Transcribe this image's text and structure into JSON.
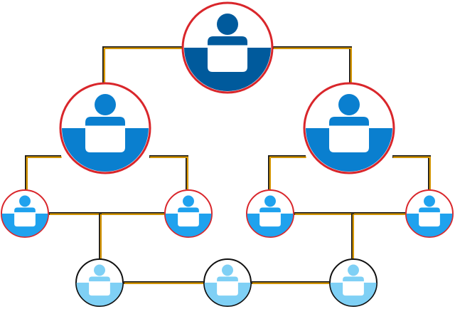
{
  "palette": {
    "background": "#ffffff",
    "connector_dark": "#1a1a1a",
    "connector_light": "#f2a900",
    "ring_red": "#d9262b",
    "ring_dark": "#111111",
    "tier_1": "#005a9c",
    "tier_2": "#0a7fcf",
    "tier_3": "#1fa2ee",
    "tier_4": "#7fd0f5",
    "white": "#ffffff"
  },
  "nodes": [
    {
      "id": "top",
      "icon": "person-at-desk-icon",
      "tier": "tier_1",
      "ring": "ring_red"
    },
    {
      "id": "mid-left",
      "icon": "person-at-desk-icon",
      "tier": "tier_2",
      "ring": "ring_red"
    },
    {
      "id": "mid-right",
      "icon": "person-at-desk-icon",
      "tier": "tier_2",
      "ring": "ring_red"
    },
    {
      "id": "low-1",
      "icon": "person-at-desk-icon",
      "tier": "tier_3",
      "ring": "ring_red"
    },
    {
      "id": "low-2",
      "icon": "person-at-desk-icon",
      "tier": "tier_3",
      "ring": "ring_red"
    },
    {
      "id": "low-3",
      "icon": "person-at-desk-icon",
      "tier": "tier_3",
      "ring": "ring_red"
    },
    {
      "id": "low-4",
      "icon": "person-at-desk-icon",
      "tier": "tier_3",
      "ring": "ring_red"
    },
    {
      "id": "bottom-1",
      "icon": "person-at-desk-icon",
      "tier": "tier_4",
      "ring": "ring_dark"
    },
    {
      "id": "bottom-2",
      "icon": "person-at-desk-icon",
      "tier": "tier_4",
      "ring": "ring_dark"
    },
    {
      "id": "bottom-3",
      "icon": "person-at-desk-icon",
      "tier": "tier_4",
      "ring": "ring_dark"
    }
  ],
  "edges": [
    {
      "from": "top",
      "to": "mid-left"
    },
    {
      "from": "top",
      "to": "mid-right"
    },
    {
      "from": "mid-left",
      "to": "low-1"
    },
    {
      "from": "mid-left",
      "to": "low-2"
    },
    {
      "from": "mid-right",
      "to": "low-3"
    },
    {
      "from": "mid-right",
      "to": "low-4"
    },
    {
      "from": "low-1",
      "to": "low-2"
    },
    {
      "from": "low-3",
      "to": "low-4"
    },
    {
      "from": "low-1",
      "to": "bottom-1"
    },
    {
      "from": "low-3",
      "to": "bottom-3"
    },
    {
      "from": "bottom-1",
      "to": "bottom-2"
    },
    {
      "from": "bottom-2",
      "to": "bottom-3"
    }
  ]
}
